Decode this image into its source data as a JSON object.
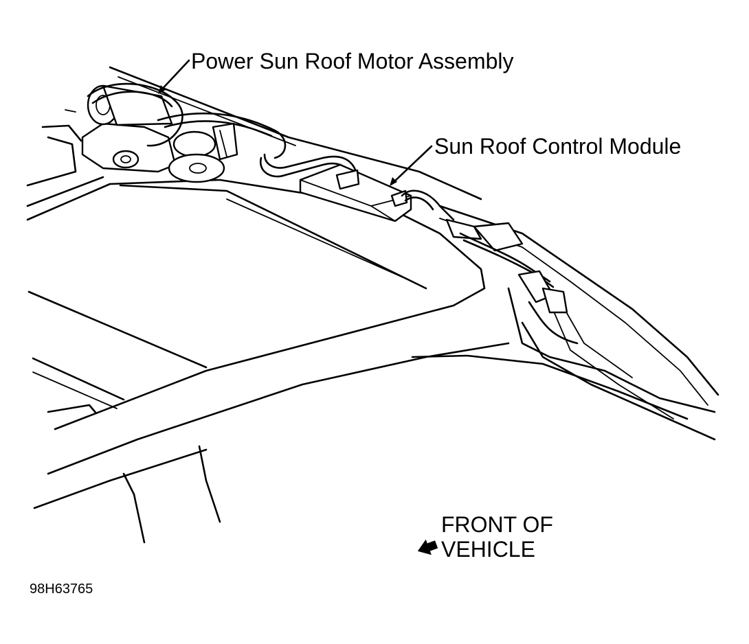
{
  "diagram": {
    "labels": {
      "motor_assembly": "Power Sun Roof Motor Assembly",
      "control_module": "Sun Roof Control Module",
      "front_line1": "FRONT OF",
      "front_line2": "VEHICLE",
      "figure_id": "98H63765"
    },
    "colors": {
      "ink": "#000000",
      "paper": "#ffffff"
    },
    "icons": {
      "front_arrow": "arrow-left-filled-icon"
    }
  }
}
